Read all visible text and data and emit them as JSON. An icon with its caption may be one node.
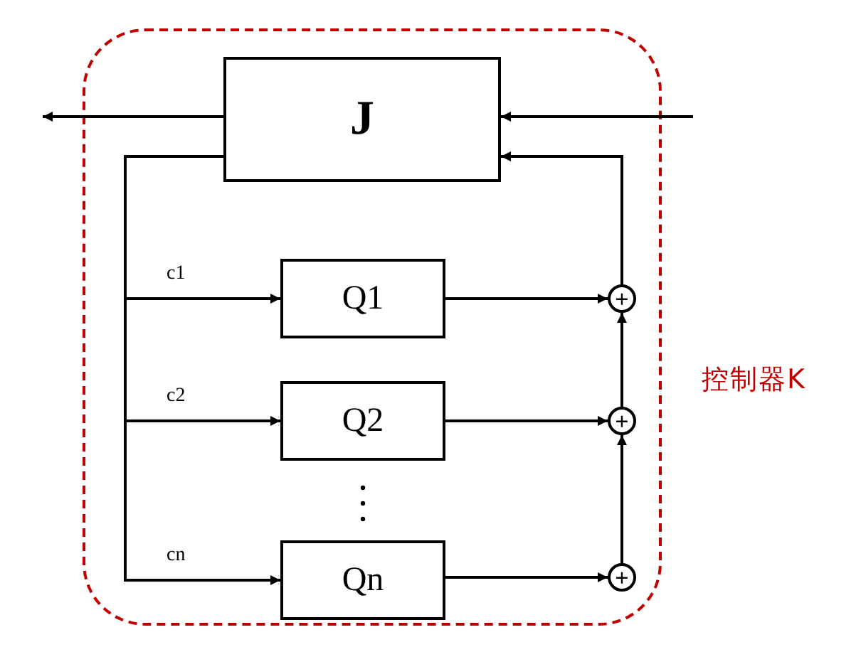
{
  "diagram": {
    "nodes": [
      {
        "text": [
          "控制器K"
        ]
      },
      {
        "text": [
          "J"
        ],
        "in": 0
      },
      {
        "text": [
          "Q1"
        ],
        "in": 0
      },
      {
        "text": [
          "Q2"
        ],
        "in": 0
      },
      {
        "text": [
          "Qn"
        ],
        "in": 0
      },
      {
        "text": [
          "+"
        ],
        "in": 0
      },
      {
        "text": [
          "+"
        ],
        "in": 0
      },
      {
        "text": [
          "+"
        ],
        "in": 0
      }
    ],
    "edges": [
      {
        "from": 1,
        "to": null,
        "arrow": "to"
      },
      {
        "from": null,
        "to": 1,
        "arrow": "to"
      },
      {
        "from": 1,
        "to": 2,
        "arrow": "to",
        "label": "c1"
      },
      {
        "from": 1,
        "to": 3,
        "arrow": "to",
        "label": "c2"
      },
      {
        "from": 1,
        "to": 4,
        "arrow": "to",
        "label": "cn"
      },
      {
        "from": 2,
        "to": 5,
        "arrow": "to"
      },
      {
        "from": 3,
        "to": 6,
        "arrow": "to"
      },
      {
        "from": 4,
        "to": 7,
        "arrow": "to"
      },
      {
        "from": 7,
        "to": 6,
        "arrow": "to"
      },
      {
        "from": 6,
        "to": 5,
        "arrow": "to"
      },
      {
        "from": 5,
        "to": 1,
        "arrow": "to"
      }
    ]
  }
}
